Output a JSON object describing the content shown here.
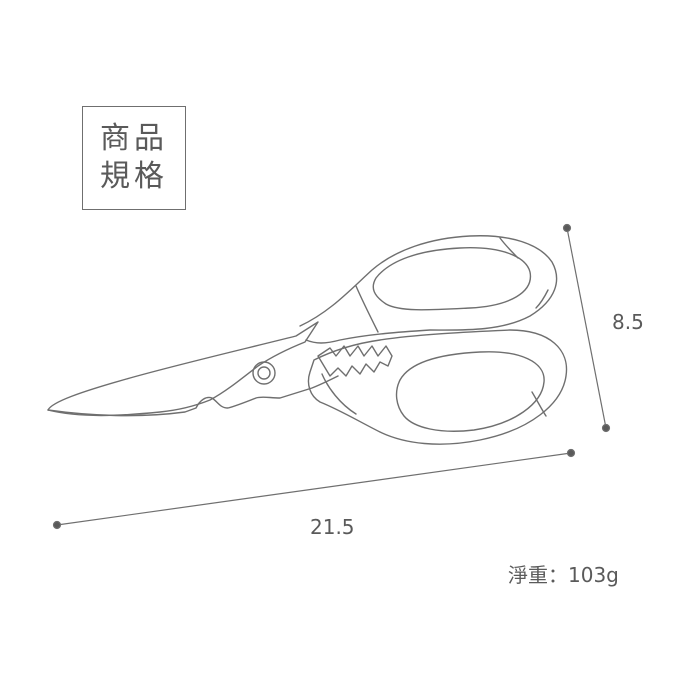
{
  "spec_title": {
    "line1": "商品",
    "line2": "規格"
  },
  "dimensions": {
    "height": "8.5",
    "length": "21.5"
  },
  "weight": {
    "label": "淨重：",
    "value": "103g"
  },
  "colors": {
    "stroke": "#6f6f6f",
    "text": "#5a5a5a"
  },
  "icons": [
    "scissors-icon"
  ]
}
